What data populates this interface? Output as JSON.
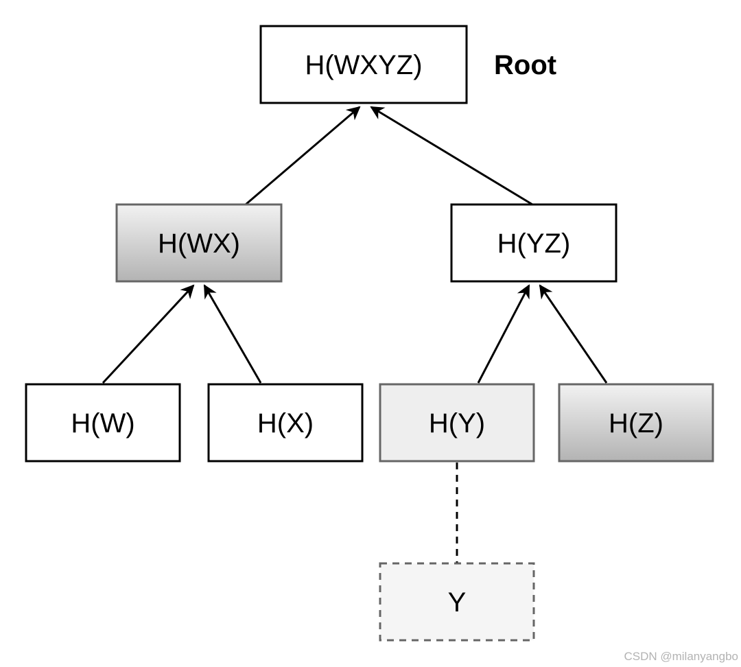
{
  "diagram": {
    "root_caption": "Root",
    "nodes": {
      "root": {
        "label": "H(WXYZ)"
      },
      "wx": {
        "label": "H(WX)"
      },
      "yz": {
        "label": "H(YZ)"
      },
      "w": {
        "label": "H(W)"
      },
      "x": {
        "label": "H(X)"
      },
      "y": {
        "label": "H(Y)"
      },
      "z": {
        "label": "H(Z)"
      },
      "leaf_y": {
        "label": "Y"
      }
    }
  },
  "watermark": "CSDN @milanyangbo",
  "colors": {
    "stroke": "#000000",
    "gray_node_top": "#f2f2f2",
    "gray_node_bottom": "#b3b3b3",
    "light_node_fill": "#eeeeee",
    "dashed_node_fill": "#f5f5f5",
    "dashed_stroke": "#666666"
  }
}
